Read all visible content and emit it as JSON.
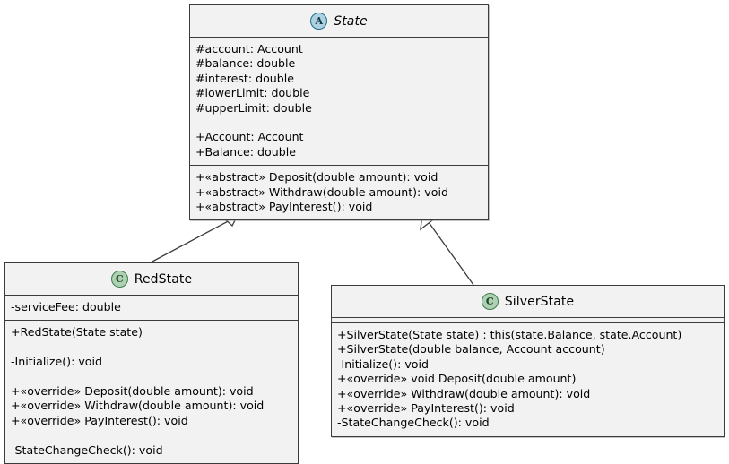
{
  "diagram": {
    "kind": "uml-class-diagram",
    "background": "#ffffff",
    "box_fill": "#f2f2f2",
    "box_border": "#3c3c3c",
    "abstract_badge_fill": "#add1e0",
    "class_badge_fill": "#add1b2"
  },
  "classes": {
    "state": {
      "name": "State",
      "badge": "A",
      "badge_meaning": "abstract-class-badge",
      "stereotype": "abstract",
      "attributes": [
        "#account: Account",
        "#balance: double",
        "#interest: double",
        "#lowerLimit: double",
        "#upperLimit: double",
        "",
        "+Account: Account",
        "+Balance: double"
      ],
      "methods": [
        "+«abstract» Deposit(double amount): void",
        "+«abstract» Withdraw(double amount): void",
        "+«abstract» PayInterest(): void"
      ]
    },
    "redstate": {
      "name": "RedState",
      "badge": "C",
      "badge_meaning": "class-badge",
      "attributes": [
        "-serviceFee: double"
      ],
      "methods": [
        "+RedState(State state)",
        "",
        "-Initialize(): void",
        "",
        "+«override» Deposit(double amount): void",
        "+«override» Withdraw(double amount): void",
        "+«override» PayInterest(): void",
        "",
        "-StateChangeCheck(): void"
      ]
    },
    "silverstate": {
      "name": "SilverState",
      "badge": "C",
      "badge_meaning": "class-badge",
      "attributes": [],
      "methods": [
        "+SilverState(State state) : this(state.Balance, state.Account)",
        "+SilverState(double balance, Account account)",
        "-Initialize(): void",
        "+«override» void Deposit(double amount)",
        "+«override» Withdraw(double amount): void",
        "+«override» PayInterest(): void",
        "-StateChangeCheck(): void"
      ]
    }
  },
  "relationships": [
    {
      "type": "generalization",
      "from": "RedState",
      "to": "State",
      "arrow": "hollow-triangle"
    },
    {
      "type": "generalization",
      "from": "SilverState",
      "to": "State",
      "arrow": "hollow-triangle"
    }
  ]
}
